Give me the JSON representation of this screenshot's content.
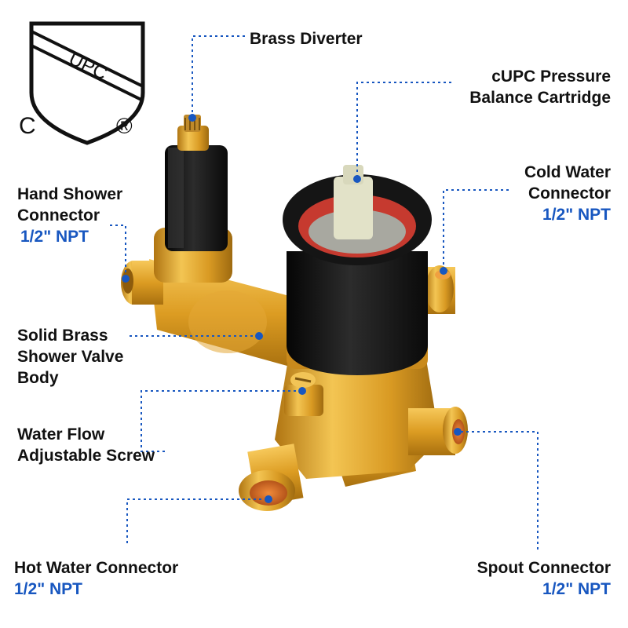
{
  "certification": {
    "shield_text": "UPC",
    "prefix_mark": "C",
    "registered_mark": "®"
  },
  "colors": {
    "accent_blue": "#1857c0",
    "label_text": "#111111",
    "brass": "#e0a52a",
    "black_trim": "#161616"
  },
  "labels": {
    "brass_diverter": "Brass Diverter",
    "cartridge_line1": "cUPC Pressure",
    "cartridge_line2": "Balance Cartridge",
    "cold_line1": "Cold Water",
    "cold_line2": "Connector",
    "cold_npt": "1/2\" NPT",
    "hand_line1": "Hand Shower",
    "hand_line2": "Connector",
    "hand_npt": "1/2\" NPT",
    "body_line1": "Solid Brass",
    "body_line2": "Shower Valve",
    "body_line3": "Body",
    "screw_line1": "Water Flow",
    "screw_line2": "Adjustable Screw",
    "hot_line1": "Hot Water Connector",
    "hot_npt": "1/2\" NPT",
    "spout_line1": "Spout Connector",
    "spout_npt": "1/2\" NPT"
  }
}
